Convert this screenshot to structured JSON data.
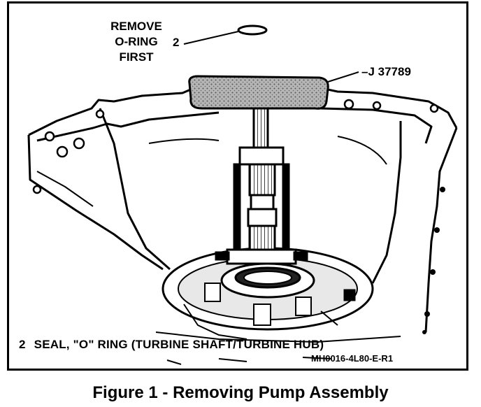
{
  "figure": {
    "note_lines": [
      "REMOVE",
      "O-RING",
      "FIRST"
    ],
    "callout_item": "2",
    "tool_label": "J 37789",
    "legend_item_number": "2",
    "legend_item_text": "SEAL, \"O\" RING (TURBINE SHAFT/TURBINE HUB)",
    "drawing_code": "MH0016-4L80-E-R1",
    "caption": "Figure 1 - Removing Pump Assembly"
  },
  "colors": {
    "ink": "#000000",
    "paper": "#ffffff",
    "tool_gray": "#8a8a8a"
  }
}
